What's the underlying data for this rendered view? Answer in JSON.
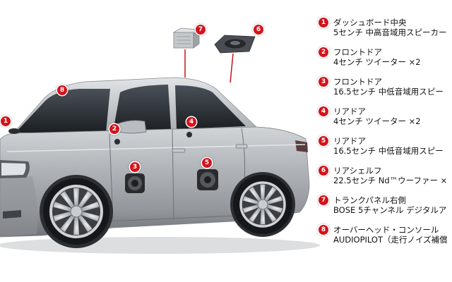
{
  "legend": [
    {
      "number": "1",
      "title": "ダッシュボード中央",
      "detail": "5センチ 中高音域用スピーカー"
    },
    {
      "number": "2",
      "title": "フロントドア",
      "detail": "4センチ ツイーター ×2"
    },
    {
      "number": "3",
      "title": "フロントドア",
      "detail": "16.5センチ 中低音域用スピー"
    },
    {
      "number": "4",
      "title": "リアドア",
      "detail": "4センチ ツイーター ×2"
    },
    {
      "number": "5",
      "title": "リアドア",
      "detail": "16.5センチ 中低音域用スピー"
    },
    {
      "number": "6",
      "title": "リアシェルフ",
      "detail": "22.5センチ Nd™ウーファー ×"
    },
    {
      "number": "7",
      "title": "トランクパネル右側",
      "detail": "BOSE 5チャンネル デジタルア"
    },
    {
      "number": "8",
      "title": "オーバーヘッド・コンソール",
      "detail": "AUDIOPILOT（走行ノイズ補償"
    }
  ],
  "colors": {
    "marker": "#d3141c",
    "marker_text": "#ffffff",
    "text": "#111111",
    "background": "#ffffff",
    "car_body": "#a9adb2"
  }
}
